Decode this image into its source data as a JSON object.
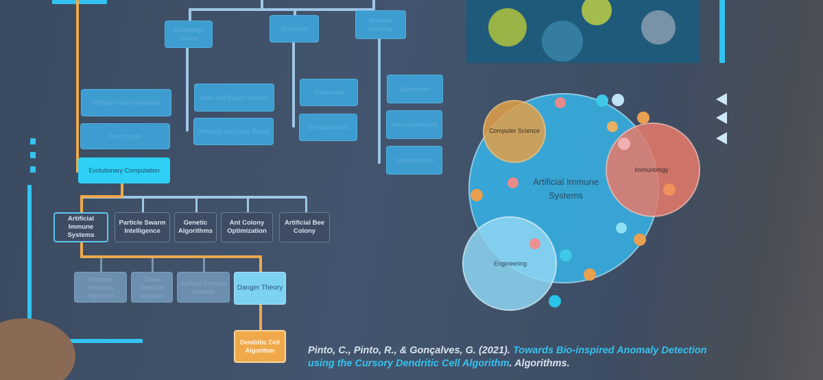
{
  "taxonomy": {
    "top": [
      "Knowledge Based",
      "Statistical",
      "Machine Learning"
    ],
    "knowledge": [
      "Rule and Expert System",
      "Ontology and Logic Based"
    ],
    "statistical": [
      "Parametric",
      "Non-parametric"
    ],
    "ml": [
      "Supervised",
      "Semi-supervised",
      "Unsupervised"
    ],
    "left": [
      "Artificial Neural Networks",
      "Fuzzy Logic",
      "Evolutionary Computation"
    ],
    "evo": [
      "Artificial Immune Systems",
      "Particle Swarm Intelligence",
      "Genetic Algorithms",
      "Ant Colony Optimization",
      "Artificial Bee Colony"
    ],
    "ais": [
      "Negative Selection Algorithm",
      "Clonal Selection Algorithm",
      "Artificial Immune Network",
      "Danger Theory"
    ],
    "leaf": "Dendritic Cell Algorithm"
  },
  "venn": {
    "center": "Artificial Immune Systems",
    "sets": [
      "Computer Science",
      "Immunology",
      "Engineering"
    ]
  },
  "citation": {
    "authors": "Pinto, C., Pinto, R., & Gonçalves, G. (2021).",
    "title": "Towards Bio-inspired Anomaly Detection using the Cursory Dendritic Cell Algorithm",
    "journal": "Algorithms."
  },
  "colors": {
    "accent": "#f0a94a",
    "cyan": "#34c3f0"
  }
}
